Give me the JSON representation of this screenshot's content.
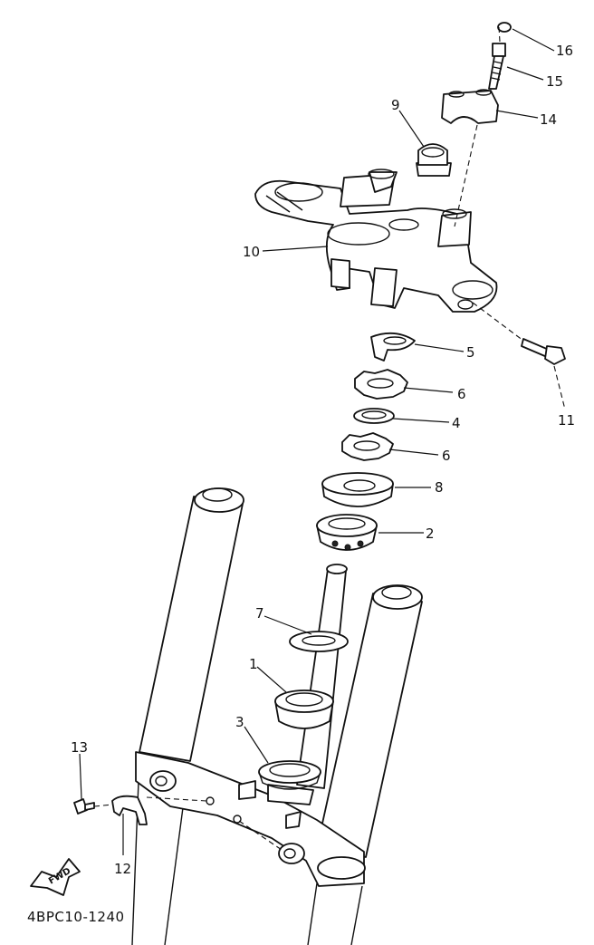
{
  "diagram_code": "4BPC10-1240",
  "fwd_label": "FWD",
  "callouts": [
    "16",
    "15",
    "14",
    "9",
    "10",
    "5",
    "11",
    "6",
    "4",
    "6",
    "8",
    "2",
    "7",
    "1",
    "3",
    "13",
    "12"
  ]
}
